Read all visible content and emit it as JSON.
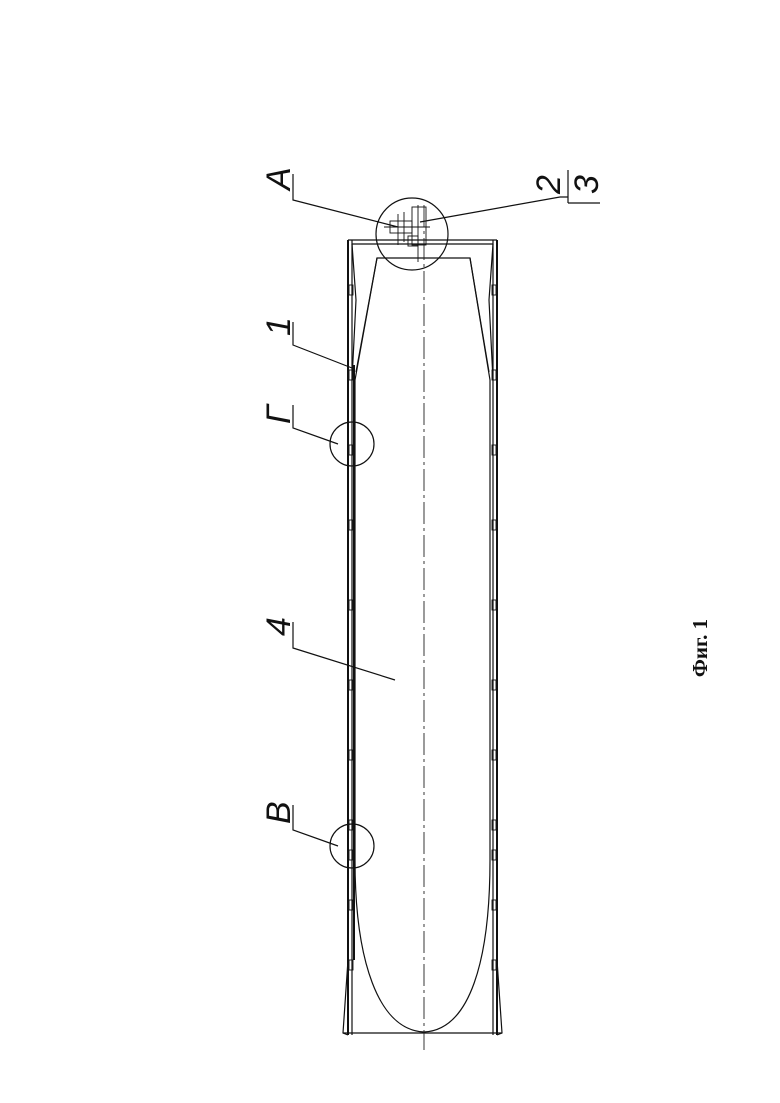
{
  "figure": {
    "caption": "Фиг. 1",
    "labels": {
      "A": "А",
      "one": "1",
      "G": "Г",
      "four": "4",
      "V": "В",
      "two": "2",
      "three": "3"
    }
  }
}
